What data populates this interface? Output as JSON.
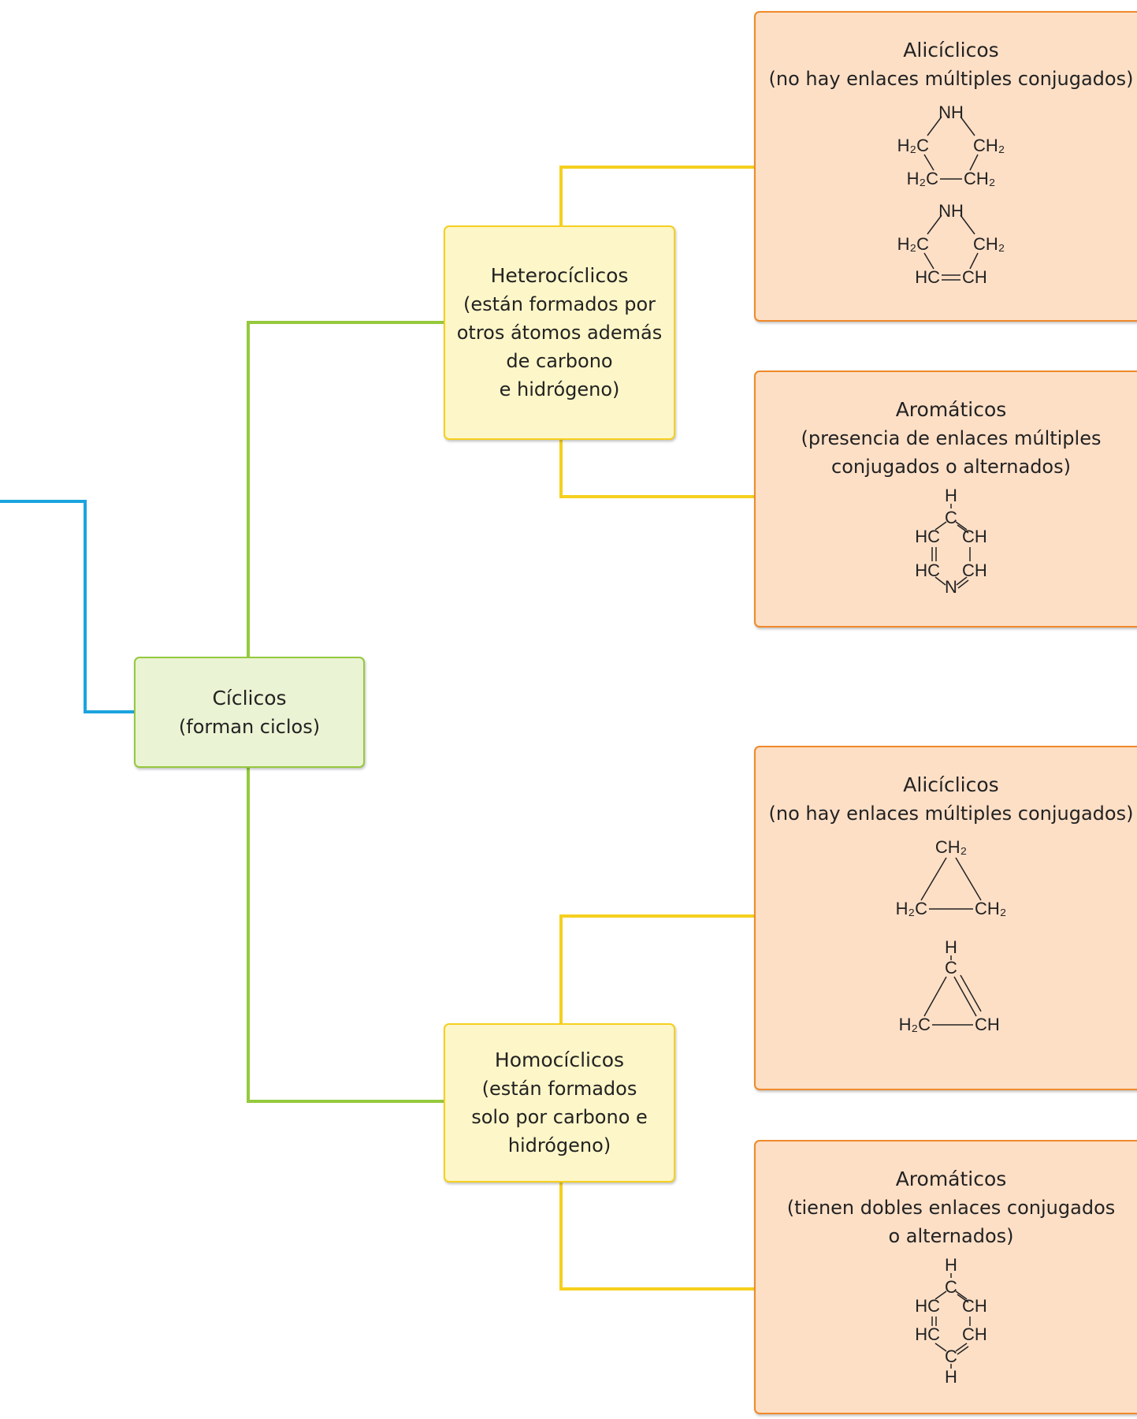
{
  "root": {
    "title": "Cíclicos",
    "desc": "(forman ciclos)"
  },
  "heterociclicos": {
    "title": "Heterocíclicos",
    "desc": [
      "(están formados por",
      "otros átomos además",
      "de carbono",
      "e hidrógeno)"
    ],
    "aliciclicos": {
      "title": "Alicíclicos",
      "desc": [
        "(no hay enlaces múltiples conjugados)"
      ],
      "struct1": {
        "top": "NH",
        "left": "H₂C",
        "right": "CH₂",
        "bl": "H₂C",
        "br": "CH₂"
      },
      "struct2": {
        "top": "NH",
        "left": "H₂C",
        "right": "CH₂",
        "bl": "HC",
        "br": "CH"
      }
    },
    "aromaticos": {
      "title": "Aromáticos",
      "desc": [
        "(presencia de enlaces múltiples",
        "conjugados o alternados)"
      ],
      "struct": {
        "h_top": "H",
        "c_top": "C",
        "ul": "HC",
        "ur": "CH",
        "ll": "HC",
        "lr": "CH",
        "bottom": "N"
      }
    }
  },
  "homociclicos": {
    "title": "Homocíclicos",
    "desc": [
      "(están formados",
      "solo por carbono e",
      "hidrógeno)"
    ],
    "aliciclicos": {
      "title": "Alicíclicos",
      "desc": [
        "(no hay enlaces múltiples conjugados)"
      ],
      "struct1": {
        "top": "CH₂",
        "left": "H₂C",
        "right": "CH₂"
      },
      "struct2": {
        "h_top": "H",
        "top": "C",
        "left": "H₂C",
        "right": "CH"
      }
    },
    "aromaticos": {
      "title": "Aromáticos",
      "desc": [
        "(tienen dobles enlaces conjugados",
        "o alternados)"
      ],
      "struct": {
        "h_top": "H",
        "c_top": "C",
        "ul": "HC",
        "ur": "CH",
        "ll": "HC",
        "lr": "CH",
        "c_bottom": "C",
        "h_bottom": "H"
      }
    }
  },
  "colors": {
    "blue": "#1ba4de",
    "green": "#95c93d",
    "yellow": "#f5d01e",
    "orange": "#ef8a2a"
  }
}
